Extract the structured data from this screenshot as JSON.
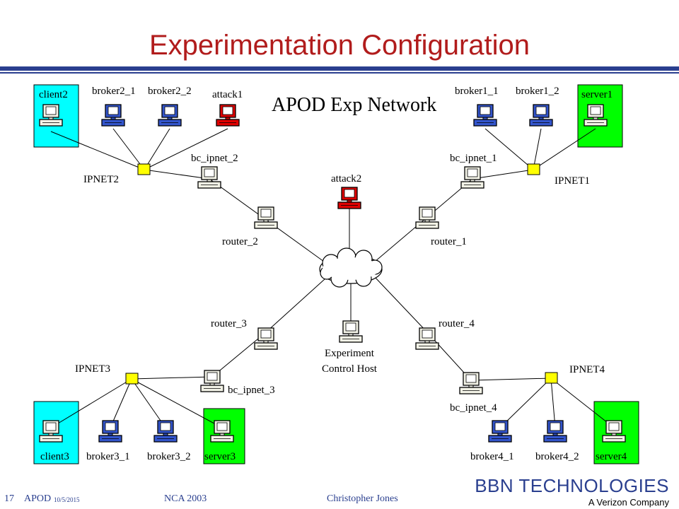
{
  "title": "Experimentation  Configuration",
  "subtitle": "APOD Exp Network",
  "labels": {
    "client2": "client2",
    "broker2_1": "broker2_1",
    "broker2_2": "broker2_2",
    "attack1": "attack1",
    "broker1_1": "broker1_1",
    "broker1_2": "broker1_2",
    "server1": "server1",
    "ipnet2": "IPNET2",
    "ipnet1": "IPNET1",
    "bc_ipnet_2": "bc_ipnet_2",
    "bc_ipnet_1": "bc_ipnet_1",
    "attack2": "attack2",
    "router_2": "router_2",
    "router_1": "router_1",
    "router_3": "router_3",
    "router_4": "router_4",
    "control_line1": "Experiment",
    "control_line2": "Control Host",
    "ipnet3": "IPNET3",
    "ipnet4": "IPNET4",
    "bc_ipnet_3": "bc_ipnet_3",
    "bc_ipnet_4": "bc_ipnet_4",
    "client3": "client3",
    "broker3_1": "broker3_1",
    "broker3_2": "broker3_2",
    "server3": "server3",
    "broker4_1": "broker4_1",
    "broker4_2": "broker4_2",
    "server4": "server4"
  },
  "footer": {
    "slide_number": "17",
    "project": "APOD",
    "date": "10/5/2015",
    "conference": "NCA 2003",
    "author": "Christopher Jones"
  },
  "logo": {
    "line1": "BBN TECHNOLOGIES",
    "line2": "A Verizon Company"
  },
  "colors": {
    "title": "#b11c1c",
    "rule": "#2a3f8f",
    "client_box": "#00ffff",
    "server_box": "#00ff00",
    "hub": "#ffff00",
    "attacker": "#e00000",
    "broker": "#3355cc",
    "neutral_host": "#f2f2e6"
  }
}
